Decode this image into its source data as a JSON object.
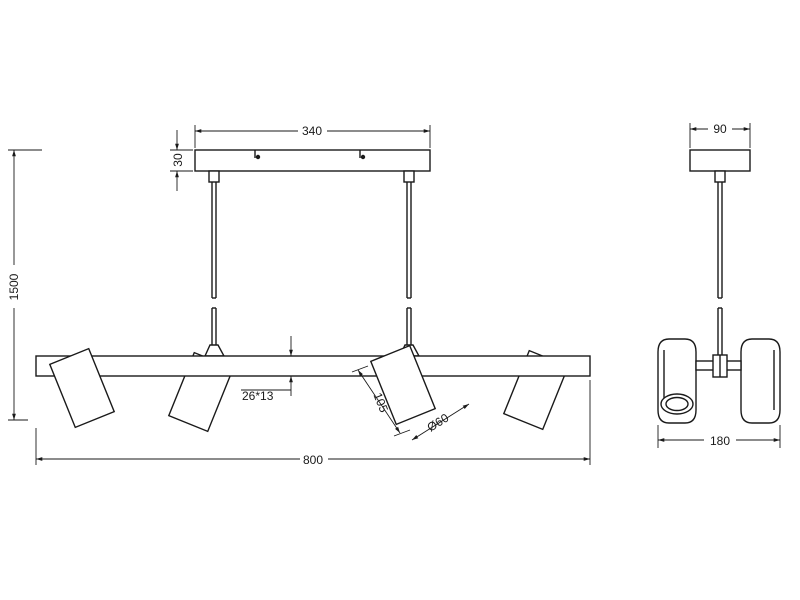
{
  "dimensions": {
    "canopy_width": "340",
    "canopy_height": "30",
    "overall_height": "1500",
    "bar_section": "26*13",
    "spot_length": "105",
    "spot_diameter": "Ø60",
    "overall_length": "800",
    "side_canopy_width": "90",
    "side_overall_width": "180"
  }
}
